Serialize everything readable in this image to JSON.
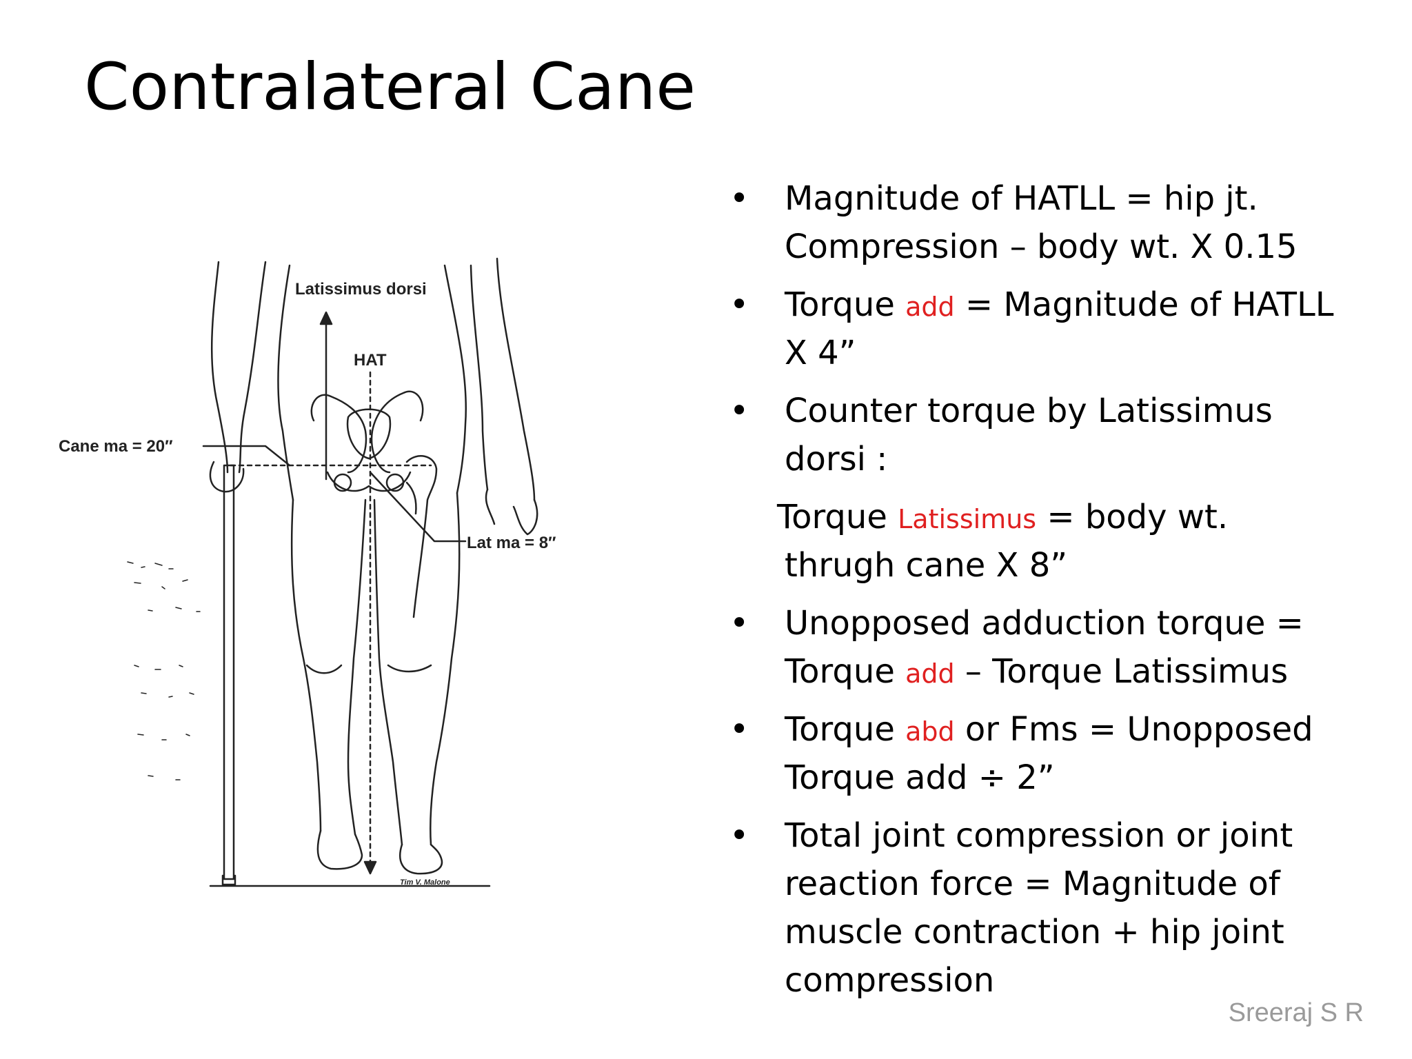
{
  "slide": {
    "title": "Contralateral Cane",
    "watermark": "Sreeraj S R"
  },
  "diagram": {
    "labels": {
      "latissimus": "Latissimus dorsi",
      "hat": "HAT",
      "cane_ma": "Cane ma  =  20″",
      "lat_ma": "Lat ma  =  8″",
      "signature": "Tim V. Malone"
    }
  },
  "bullets": {
    "b1": {
      "line1": "Magnitude of HATLL = hip jt.",
      "line2": "Compression – body wt. X 0.15"
    },
    "b2": {
      "pre": "Torque ",
      "sub": "add",
      "post": " = Magnitude of HATLL",
      "line2": "X 4”"
    },
    "b3": {
      "line1": "Counter torque by Latissimus",
      "line2": "dorsi :"
    },
    "b3_cont": {
      "pre": "Torque ",
      "sub": "Latissimus",
      "post": "  = body wt.",
      "line2": "thrugh cane X 8”"
    },
    "b4": {
      "line1": "Unopposed adduction torque =",
      "pre": "Torque ",
      "sub": "add",
      "post": " – Torque Latissimus"
    },
    "b5": {
      "pre": "Torque ",
      "sub": "abd",
      "post": "  or Fms = Unopposed",
      "line2": "Torque add  ÷ 2”"
    },
    "b6": {
      "line1": "Total joint compression or joint",
      "line2": "reaction force = Magnitude  of",
      "line3": "muscle contraction  + hip joint",
      "line4": "compression"
    },
    "bullet_symbol": "•"
  }
}
